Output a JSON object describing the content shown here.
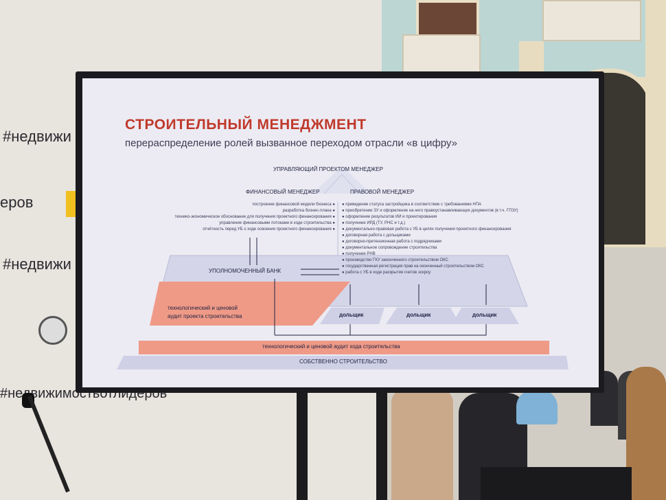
{
  "background": {
    "hashtag_1": "#недвижи",
    "hashtag_2": "еров",
    "hashtag_3": "#недвижи",
    "hashtag_4": "#недвижимостьотлидеров"
  },
  "slide": {
    "title": "СТРОИТЕЛЬНЫЙ МЕНЕДЖМЕНТ",
    "subtitle": "перераспределение ролей вызванное переходом отрасли «в цифру»",
    "top_manager": "УПРАВЛЯЮЩИЙ ПРОЕКТОМ МЕНЕДЖЕР",
    "finance_manager": "ФИНАНСОВЫЙ МЕНЕДЖЕР",
    "legal_manager": "ПРАВОВОЙ МЕНЕДЖЕР",
    "finance_tasks": [
      "построение финансовой модели бизнеса ●",
      "разработка бизнес-плана ●",
      "технико-экономическое обоснование для получения проектного финансирования ●",
      "управление финансовыми потоками в ходе строительства ●",
      "отчётность перед УБ о ходе освоения проектного финансирования ●"
    ],
    "legal_tasks": [
      "● приведение статуса застройщика в соответствие с требованиями НПА",
      "● приобретение ЗУ и оформление на него правоустанавливающих документов (в т.ч. ГПЗУ)",
      "● оформление результатов ИИ и проектирования",
      "● получение ИРД (ТУ, РНС и т.д.)",
      "● документально-правовая работа с УБ в целях получения проектного финансирования",
      "● договорная работа с дольщиками",
      "● договорно-претензионная работа с подрядчиками",
      "● документальное сопровождение строительства",
      "● получение РНВ",
      "● производство ГКУ законченного строительством ОКС",
      "● государственная регистрация прав на оконченный строительством ОКС",
      "● работа с УБ в ходе раскрытия счетов эскроу"
    ],
    "bank": "УПОЛНОМОЧЕННЫЙ БАНК",
    "audit_project_1": "технологический и ценовой",
    "audit_project_2": "аудит проекта строительства",
    "shareholder_1": "дольщик",
    "shareholder_2": "дольщик",
    "shareholder_3": "дольщик",
    "audit_progress": "технологический и ценовой аудит хода строительства",
    "construction": "СОБСТВЕННО СТРОИТЕЛЬСТВО"
  },
  "colors": {
    "title_red": "#c0392b",
    "band_salmon": "#ef9a87",
    "band_lavender": "#cfd0e6",
    "pyramid_light": "#e0e1ef",
    "line_navy": "#1f2140"
  }
}
